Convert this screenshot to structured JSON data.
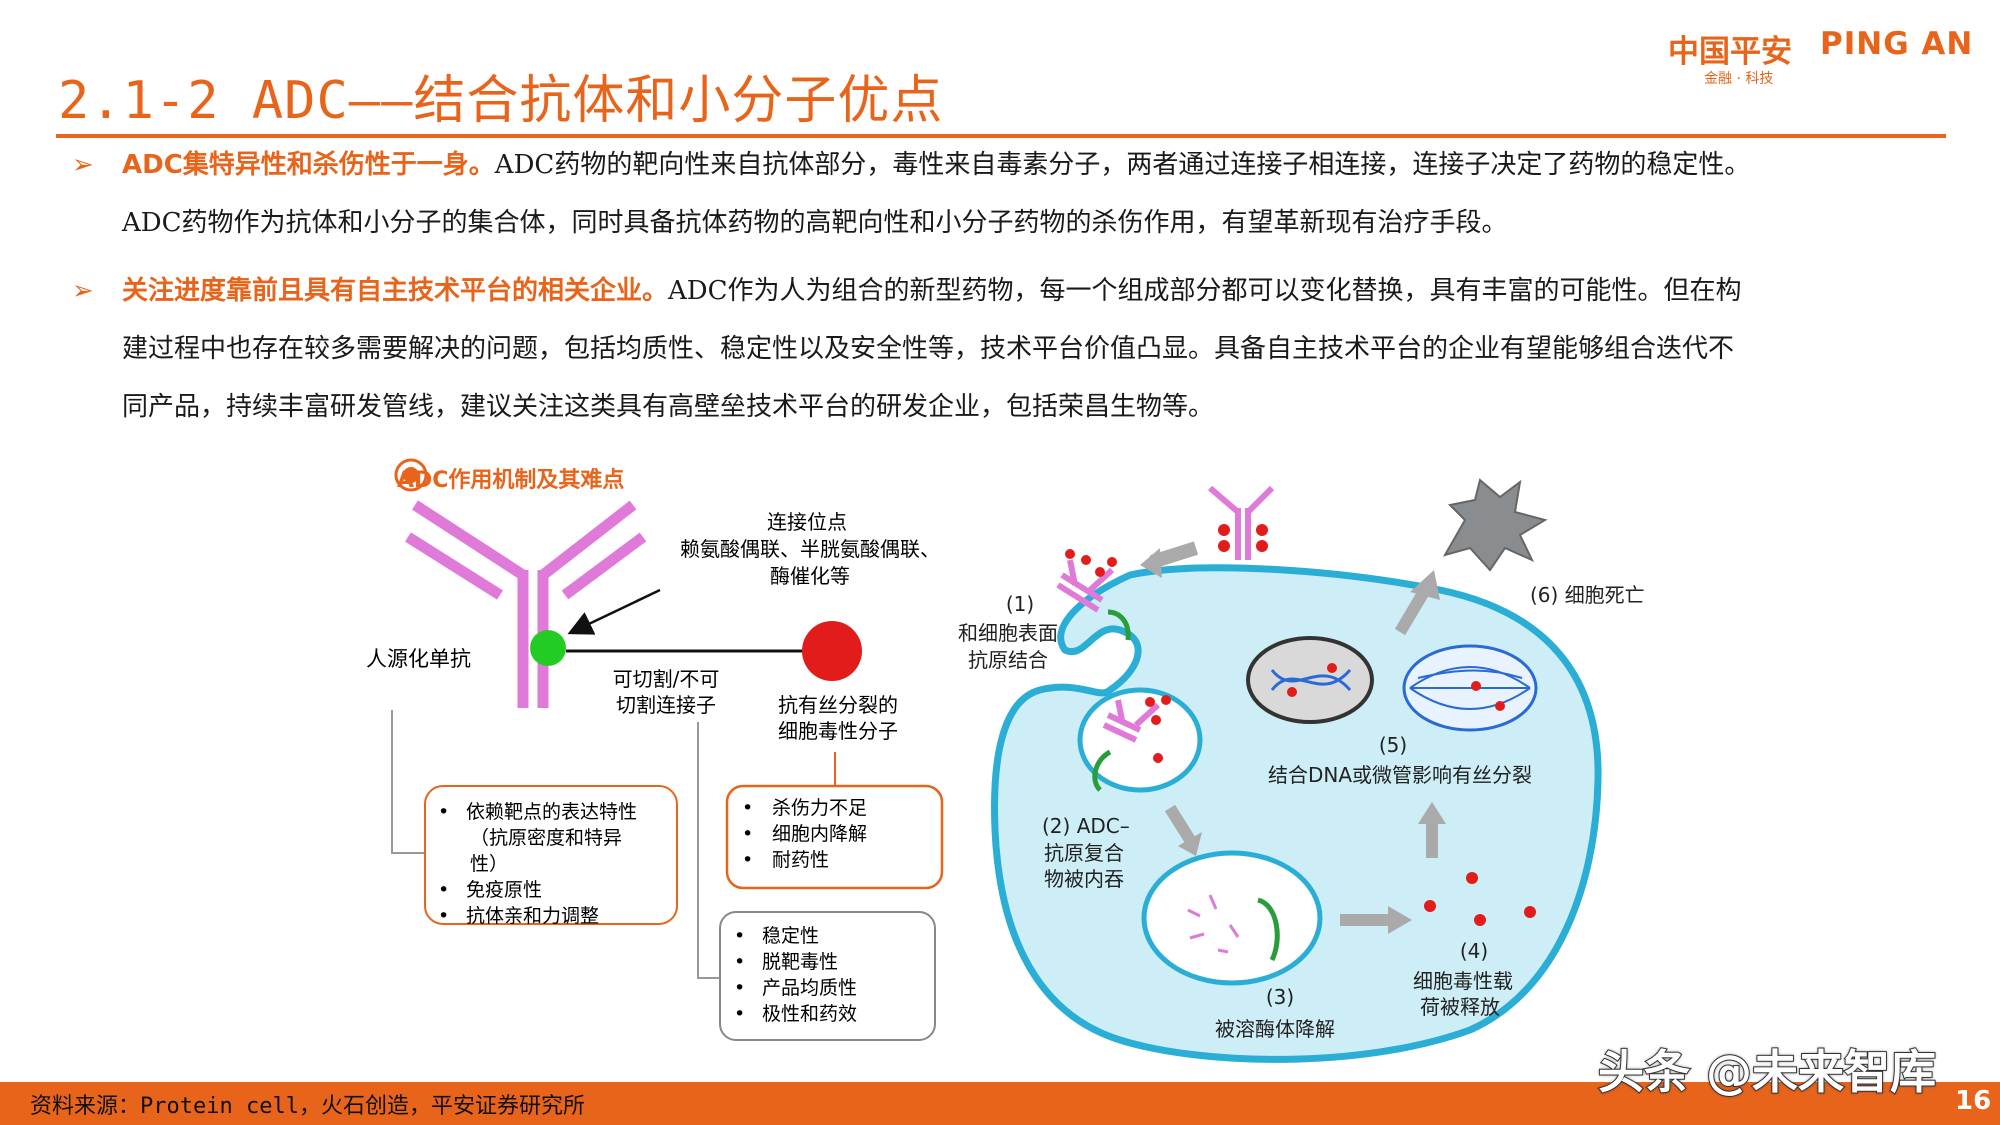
{
  "header": {
    "title": "2.1-2 ADC——结合抗体和小分子优点",
    "logo_cn": "中国平安",
    "logo_en": "PING AN",
    "logo_sub": "金融 · 科技"
  },
  "bullets": [
    {
      "highlight": "ADC集特异性和杀伤性于一身。",
      "text_line1": "ADC药物的靶向性来自抗体部分，毒性来自毒素分子，两者通过连接子相连接，连接子决定了药物的稳定性。",
      "text_line2": "ADC药物作为抗体和小分子的集合体，同时具备抗体药物的高靶向性和小分子药物的杀伤作用，有望革新现有治疗手段。"
    },
    {
      "highlight": "关注进度靠前且具有自主技术平台的相关企业。",
      "text_line1": "ADC作为人为组合的新型药物，每一个组成部分都可以变化替换，具有丰富的可能性。但在构",
      "text_line2": "建过程中也存在较多需要解决的问题，包括均质性、稳定性以及安全性等，技术平台价值凸显。具备自主技术平台的企业有望能够组合迭代不",
      "text_line3": "同产品，持续丰富研发管线，建议关注这类具有高壁垒技术平台的研发企业，包括荣昌生物等。"
    }
  ],
  "figure": {
    "title": "ADC作用机制及其难点",
    "conjugation_title": "连接位点",
    "conjugation_line1": "赖氨酸偶联、半胱氨酸偶联、",
    "conjugation_line2": "酶催化等",
    "antibody_label": "人源化单抗",
    "linker_line1": "可切割/不可",
    "linker_line2": "切割连接子",
    "payload_line1": "抗有丝分裂的",
    "payload_line2": "细胞毒性分子",
    "antibody_box": [
      "依赖靶点的表达特性",
      "（抗原密度和特异",
      "性）",
      "免疫原性",
      "抗体亲和力调整"
    ],
    "payload_box": [
      "杀伤力不足",
      "细胞内降解",
      "耐药性"
    ],
    "linker_box": [
      "稳定性",
      "脱靶毒性",
      "产品均质性",
      "极性和药效"
    ],
    "step1_num": "(1)",
    "step1_line1": "和细胞表面",
    "step1_line2": "抗原结合",
    "step2_line1": "(2) ADC–",
    "step2_line2": "抗原复合",
    "step2_line3": "物被内吞",
    "step3_num": "(3)",
    "step3_label": "被溶酶体降解",
    "step4_num": "(4)",
    "step4_line1": "细胞毒性载",
    "step4_line2": "荷被释放",
    "step5_num": "(5)",
    "step5_label": "结合DNA或微管影响有丝分裂",
    "step6_label": "(6) 细胞死亡"
  },
  "footer": {
    "source": "资料来源：Protein cell，火石创造，平安证券研究所",
    "page": "16",
    "watermark": "头条 @未来智库"
  },
  "colors": {
    "accent": "#e8641b",
    "antibody": "#e07ad8",
    "cell_fill": "#cdeef6",
    "cell_stroke": "#2aaed6",
    "payload": "#e21b1b",
    "linker_dot": "#22cc22"
  }
}
